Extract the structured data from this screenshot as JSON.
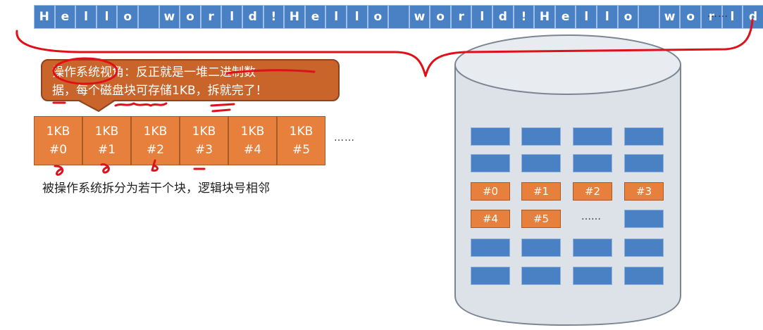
{
  "char_strip": {
    "chars": [
      "H",
      "e",
      "l",
      "l",
      "o",
      " ",
      "w",
      "o",
      "r",
      "l",
      "d",
      "!",
      "H",
      "e",
      "l",
      "l",
      "o",
      " ",
      "w",
      "o",
      "r",
      "l",
      "d",
      "!",
      "H",
      "e",
      "l",
      "l",
      "o",
      " ",
      "w",
      "o",
      "r",
      "l",
      "d",
      "!"
    ],
    "ellipsis": "……"
  },
  "callout": {
    "line1": "操作系统视角：反正就是一堆二进制数",
    "line2": "据，每个磁盘块可存储1KB，拆就完了！"
  },
  "blocks": [
    {
      "size": "1KB",
      "id": "#0"
    },
    {
      "size": "1KB",
      "id": "#1"
    },
    {
      "size": "1KB",
      "id": "#2"
    },
    {
      "size": "1KB",
      "id": "#3"
    },
    {
      "size": "1KB",
      "id": "#4"
    },
    {
      "size": "1KB",
      "id": "#5"
    }
  ],
  "blocks_ellipsis": "……",
  "split_caption": "被操作系统拆分为若干个块，逻辑块号相邻",
  "disk": {
    "used_labels": [
      "#0",
      "#1",
      "#2",
      "#3",
      "#4",
      "#5"
    ],
    "ellipsis": "……"
  },
  "colors": {
    "strip_blue": "#4a80c4",
    "block_orange": "#e6803c",
    "callout_orange": "#c9652b",
    "annotation_red": "#e0101a",
    "disk_fill": "#dde1e8"
  }
}
